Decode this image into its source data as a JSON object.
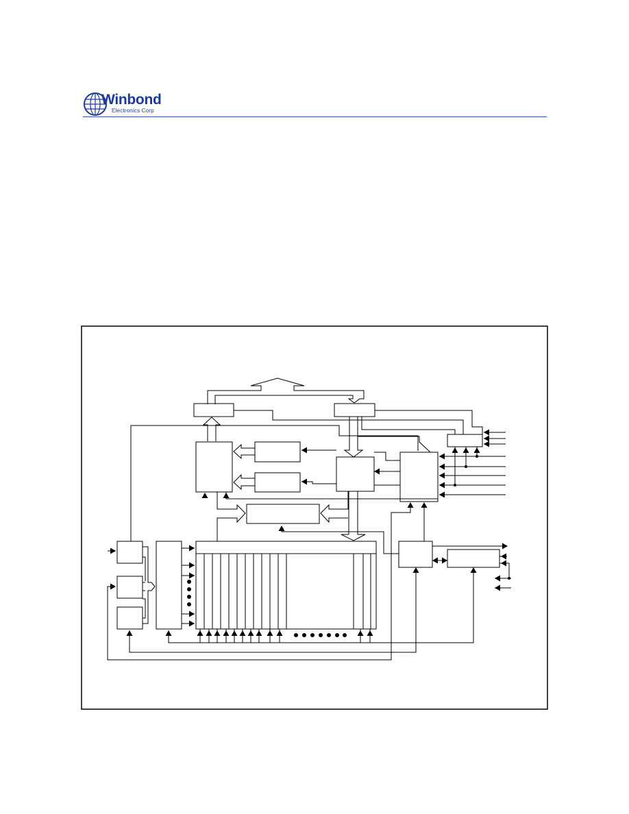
{
  "brand": {
    "name": "Winbond",
    "subtitle": "Electronics Corp",
    "color": "#1a3a9c",
    "rule_color": "#3a4fb0"
  },
  "diagram": {
    "type": "block-diagram",
    "line_color": "#000000",
    "labels": []
  }
}
